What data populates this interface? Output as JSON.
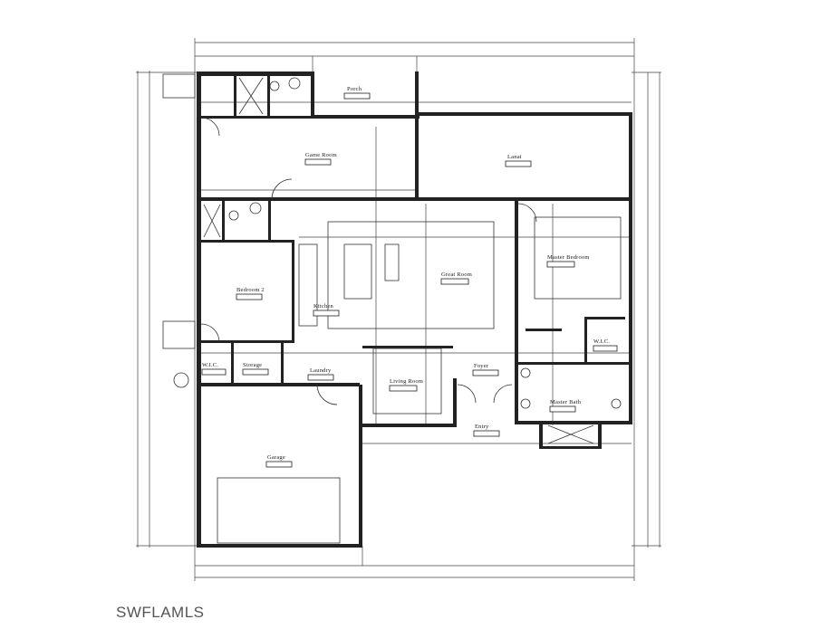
{
  "plan": {
    "rooms": [
      {
        "id": "porch",
        "label": "Porch"
      },
      {
        "id": "game-room",
        "label": "Game Room"
      },
      {
        "id": "lanai",
        "label": "Lanai"
      },
      {
        "id": "great-room",
        "label": "Great Room"
      },
      {
        "id": "master-bedroom",
        "label": "Master Bedroom"
      },
      {
        "id": "bedroom-2",
        "label": "Bedroom 2"
      },
      {
        "id": "kitchen",
        "label": "Kitchen"
      },
      {
        "id": "wic-1",
        "label": "W.I.C."
      },
      {
        "id": "storage",
        "label": "Storage"
      },
      {
        "id": "laundry",
        "label": "Laundry"
      },
      {
        "id": "living-room",
        "label": "Living Room"
      },
      {
        "id": "foyer",
        "label": "Foyer"
      },
      {
        "id": "wic-2",
        "label": "W.I.C."
      },
      {
        "id": "master-bath",
        "label": "Master Bath"
      },
      {
        "id": "entry",
        "label": "Entry"
      },
      {
        "id": "garage",
        "label": "Garage"
      }
    ]
  },
  "watermark": "SWFLAMLS"
}
